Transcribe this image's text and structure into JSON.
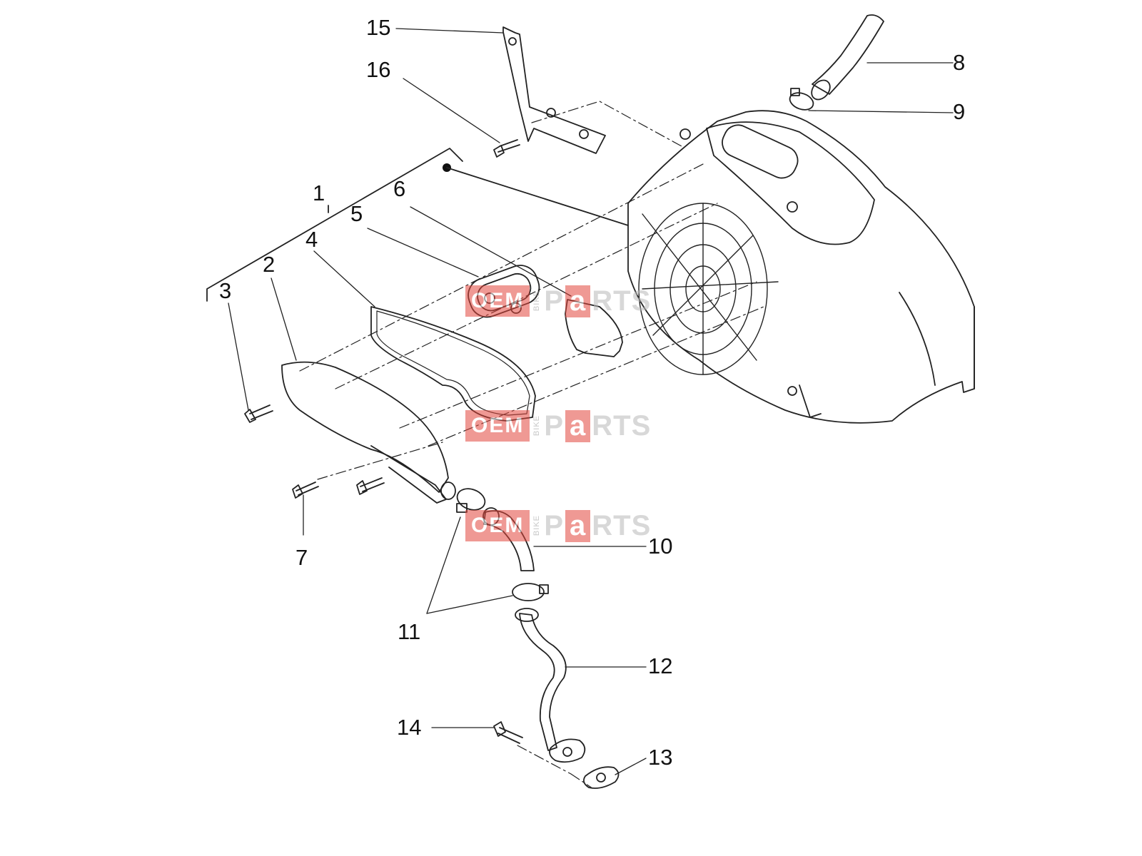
{
  "callouts": [
    {
      "id": "1",
      "label": "1"
    },
    {
      "id": "2",
      "label": "2"
    },
    {
      "id": "3",
      "label": "3"
    },
    {
      "id": "4",
      "label": "4"
    },
    {
      "id": "5",
      "label": "5"
    },
    {
      "id": "6",
      "label": "6"
    },
    {
      "id": "7",
      "label": "7"
    },
    {
      "id": "8",
      "label": "8"
    },
    {
      "id": "9",
      "label": "9"
    },
    {
      "id": "10",
      "label": "10"
    },
    {
      "id": "11",
      "label": "11"
    },
    {
      "id": "12",
      "label": "12"
    },
    {
      "id": "13",
      "label": "13"
    },
    {
      "id": "14",
      "label": "14"
    },
    {
      "id": "15",
      "label": "15"
    },
    {
      "id": "16",
      "label": "16"
    }
  ],
  "watermark": {
    "box_text": "OEM",
    "side_text": "BIKE",
    "word_start": "P",
    "word_highlight": "a",
    "word_end": "RTS",
    "accent_color": "#e3473d"
  }
}
